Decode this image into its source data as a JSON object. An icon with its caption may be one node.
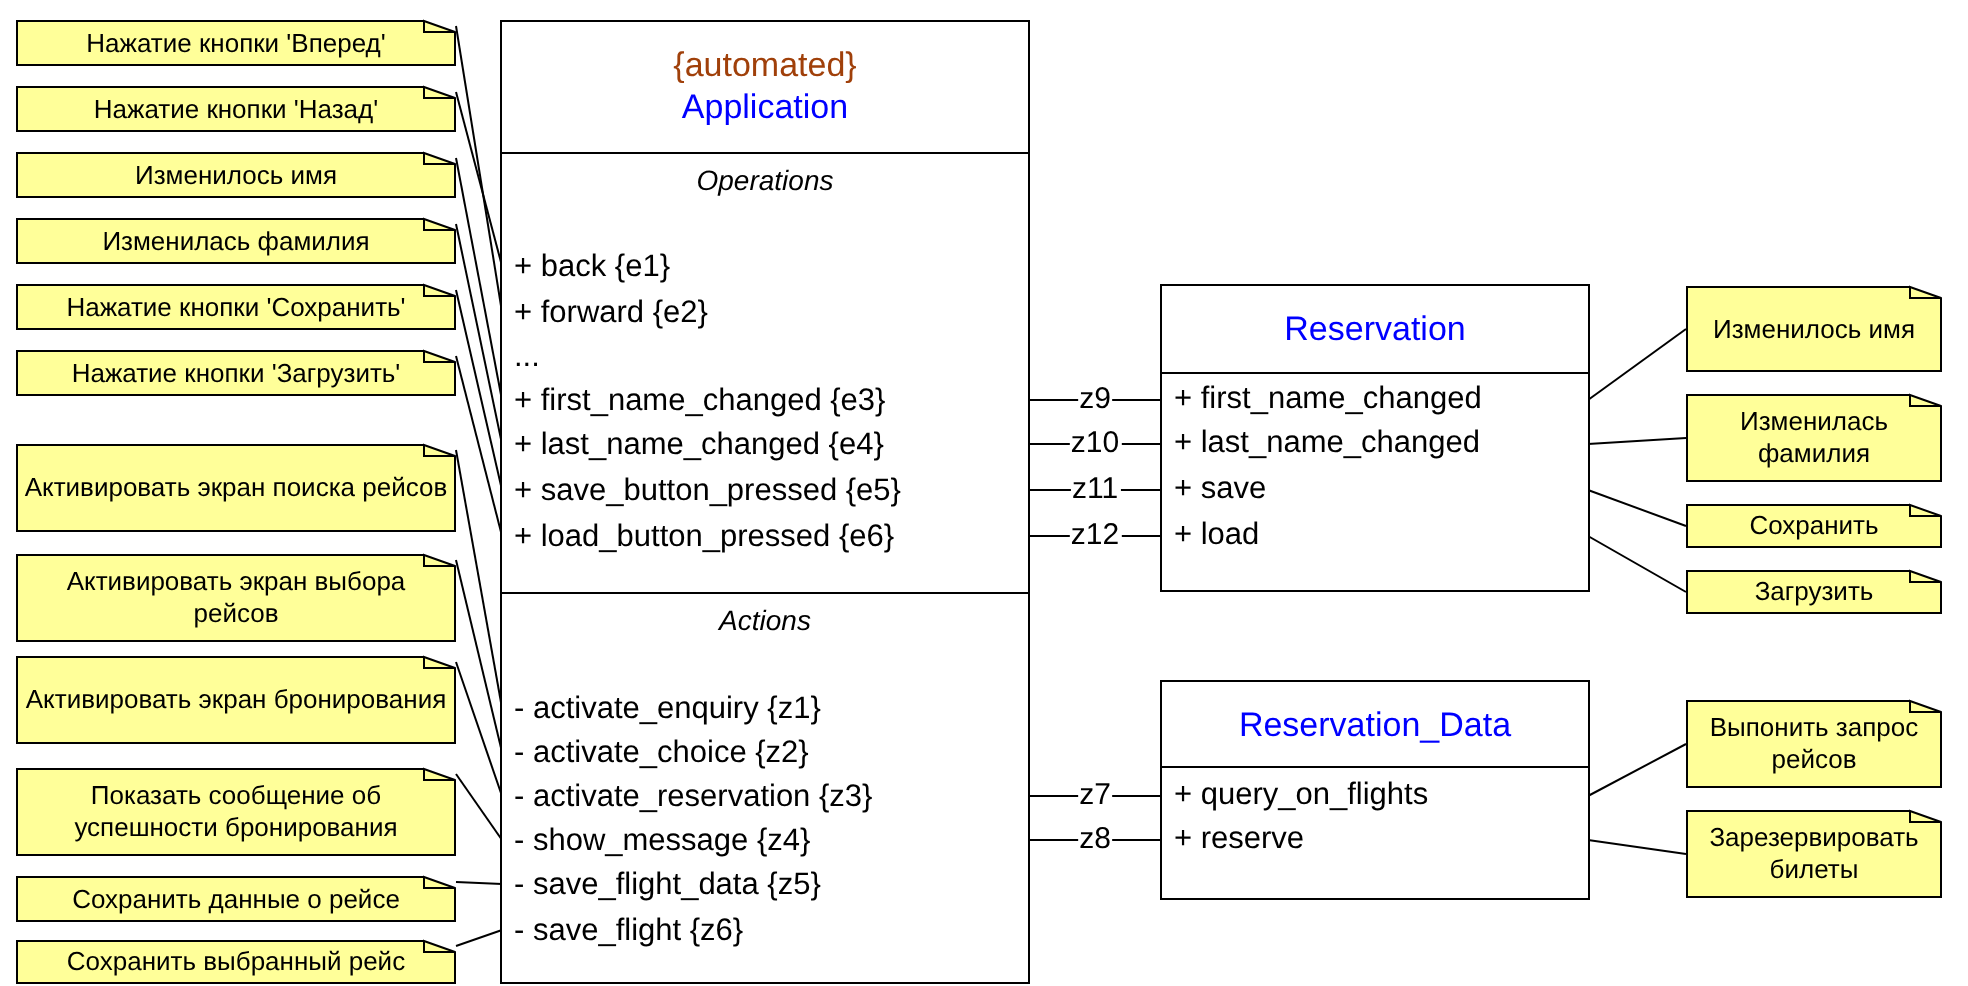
{
  "diagram": {
    "nodes": [
      {
        "text": [
          "{automated}",
          "Application"
        ]
      },
      {
        "text": [
          "Operations"
        ],
        "in": 0
      },
      {
        "text": [
          "+ back {e1}"
        ],
        "in": 1
      },
      {
        "text": [
          "+ forward {e2}"
        ],
        "in": 1
      },
      {
        "text": [
          "..."
        ],
        "in": 1
      },
      {
        "text": [
          "+ first_name_changed {e3}"
        ],
        "in": 1
      },
      {
        "text": [
          "+ last_name_changed {e4}"
        ],
        "in": 1
      },
      {
        "text": [
          "+ save_button_pressed {e5}"
        ],
        "in": 1
      },
      {
        "text": [
          "+ load_button_pressed {e6}"
        ],
        "in": 1
      },
      {
        "text": [
          "Actions"
        ],
        "in": 0
      },
      {
        "text": [
          "- activate_enquiry {z1}"
        ],
        "in": 9
      },
      {
        "text": [
          "- activate_choice {z2}"
        ],
        "in": 9
      },
      {
        "text": [
          "- activate_reservation {z3}"
        ],
        "in": 9
      },
      {
        "text": [
          "- show_message {z4}"
        ],
        "in": 9
      },
      {
        "text": [
          "- save_flight_data {z5}"
        ],
        "in": 9
      },
      {
        "text": [
          "- save_flight {z6}"
        ],
        "in": 9
      },
      {
        "text": [
          "Reservation"
        ]
      },
      {
        "text": [
          "+ first_name_changed"
        ],
        "in": 16
      },
      {
        "text": [
          "+ last_name_changed"
        ],
        "in": 16
      },
      {
        "text": [
          "+ save"
        ],
        "in": 16
      },
      {
        "text": [
          "+ load"
        ],
        "in": 16
      },
      {
        "text": [
          "Reservation_Data"
        ]
      },
      {
        "text": [
          "+ query_on_flights"
        ],
        "in": 21
      },
      {
        "text": [
          "+ reserve"
        ],
        "in": 21
      },
      {
        "text": [
          "Нажатие кнопки 'Вперед'"
        ]
      },
      {
        "text": [
          "Нажатие кнопки 'Назад'"
        ]
      },
      {
        "text": [
          "Изменилось имя"
        ]
      },
      {
        "text": [
          "Изменилась фамилия"
        ]
      },
      {
        "text": [
          "Нажатие кнопки 'Сохранить'"
        ]
      },
      {
        "text": [
          "Нажатие кнопки 'Загрузить'"
        ]
      },
      {
        "text": [
          "Активировать экран поиска рейсов"
        ]
      },
      {
        "text": [
          "Активировать экран выбора рейсов"
        ]
      },
      {
        "text": [
          "Активировать экран бронирования"
        ]
      },
      {
        "text": [
          "Показать сообщение об успешности бронирования"
        ]
      },
      {
        "text": [
          "Сохранить данные о рейсе"
        ]
      },
      {
        "text": [
          "Сохранить выбранный рейс"
        ]
      },
      {
        "text": [
          "Изменилось имя"
        ]
      },
      {
        "text": [
          "Изменилась фамилия"
        ]
      },
      {
        "text": [
          "Сохранить"
        ]
      },
      {
        "text": [
          "Загрузить"
        ]
      },
      {
        "text": [
          "Выпонить запрос рейсов"
        ]
      },
      {
        "text": [
          "Зарезервировать билеты"
        ]
      }
    ],
    "edges": [
      {
        "from": 24,
        "to": 3,
        "arrow": "none"
      },
      {
        "from": 25,
        "to": 2,
        "arrow": "none"
      },
      {
        "from": 26,
        "to": 5,
        "arrow": "none"
      },
      {
        "from": 27,
        "to": 6,
        "arrow": "none"
      },
      {
        "from": 28,
        "to": 7,
        "arrow": "none"
      },
      {
        "from": 29,
        "to": 8,
        "arrow": "none"
      },
      {
        "from": 30,
        "to": 10,
        "arrow": "none"
      },
      {
        "from": 31,
        "to": 11,
        "arrow": "none"
      },
      {
        "from": 32,
        "to": 12,
        "arrow": "none"
      },
      {
        "from": 33,
        "to": 13,
        "arrow": "none"
      },
      {
        "from": 34,
        "to": 14,
        "arrow": "none"
      },
      {
        "from": 35,
        "to": 15,
        "arrow": "none"
      },
      {
        "from": 5,
        "to": 17,
        "arrow": "none",
        "label": "z9"
      },
      {
        "from": 6,
        "to": 18,
        "arrow": "none",
        "label": "z10"
      },
      {
        "from": 7,
        "to": 19,
        "arrow": "none",
        "label": "z11"
      },
      {
        "from": 8,
        "to": 20,
        "arrow": "none",
        "label": "z12"
      },
      {
        "from": 12,
        "to": 22,
        "arrow": "none",
        "label": "z7"
      },
      {
        "from": 13,
        "to": 23,
        "arrow": "none",
        "label": "z8"
      },
      {
        "from": 36,
        "to": 17,
        "arrow": "none"
      },
      {
        "from": 37,
        "to": 18,
        "arrow": "none"
      },
      {
        "from": 38,
        "to": 19,
        "arrow": "none"
      },
      {
        "from": 39,
        "to": 20,
        "arrow": "none"
      },
      {
        "from": 40,
        "to": 22,
        "arrow": "none"
      },
      {
        "from": 41,
        "to": 23,
        "arrow": "none"
      }
    ]
  }
}
